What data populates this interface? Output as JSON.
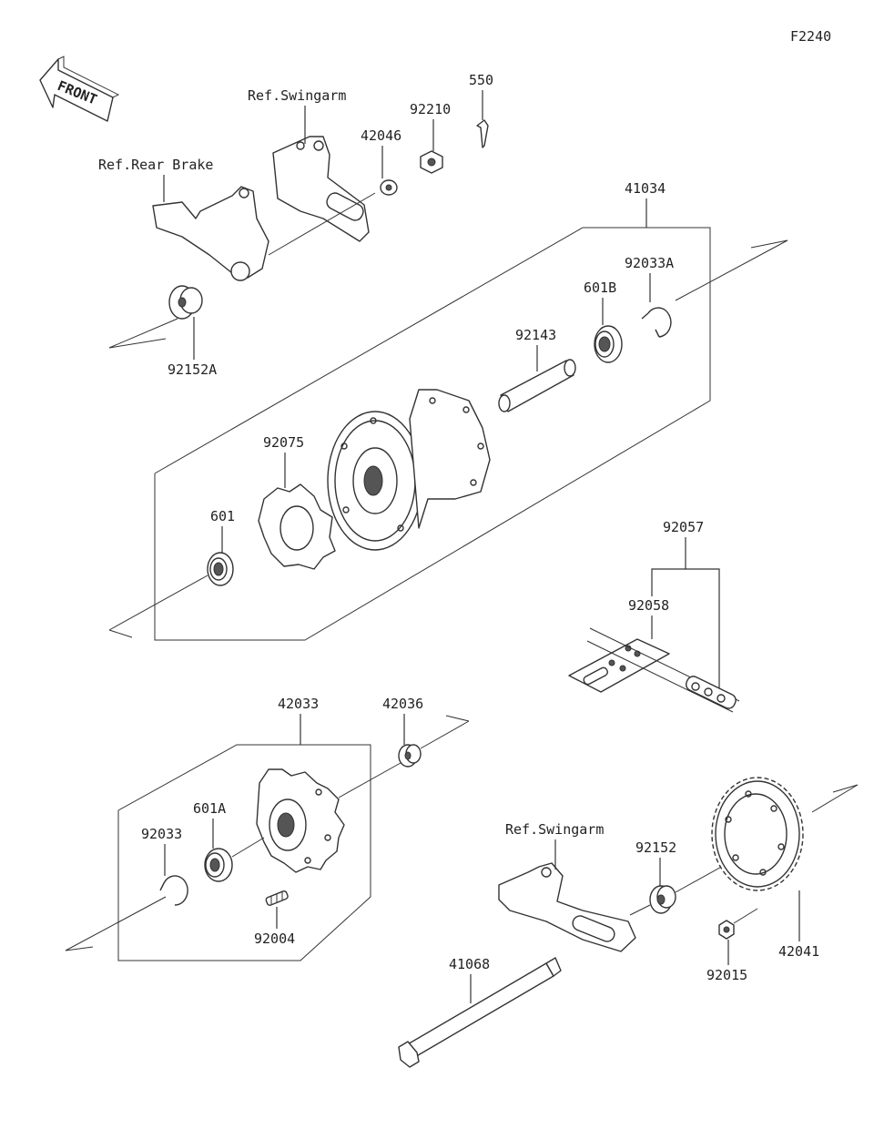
{
  "figure_code": "F2240",
  "front_arrow": "FRONT",
  "labels": {
    "ref_swingarm_top": "Ref.Swingarm",
    "ref_rear_brake": "Ref.Rear Brake",
    "p42046": "42046",
    "p92210": "92210",
    "p550": "550",
    "p41034": "41034",
    "p92033a": "92033A",
    "p601b": "601B",
    "p92143": "92143",
    "p92152a": "92152A",
    "p92075": "92075",
    "p601": "601",
    "p92057": "92057",
    "p92058": "92058",
    "p42033": "42033",
    "p42036": "42036",
    "p601a": "601A",
    "p92033": "92033",
    "p92004": "92004",
    "ref_swingarm_bottom": "Ref.Swingarm",
    "p92152": "92152",
    "p42041": "42041",
    "p92015": "92015",
    "p41068": "41068"
  }
}
